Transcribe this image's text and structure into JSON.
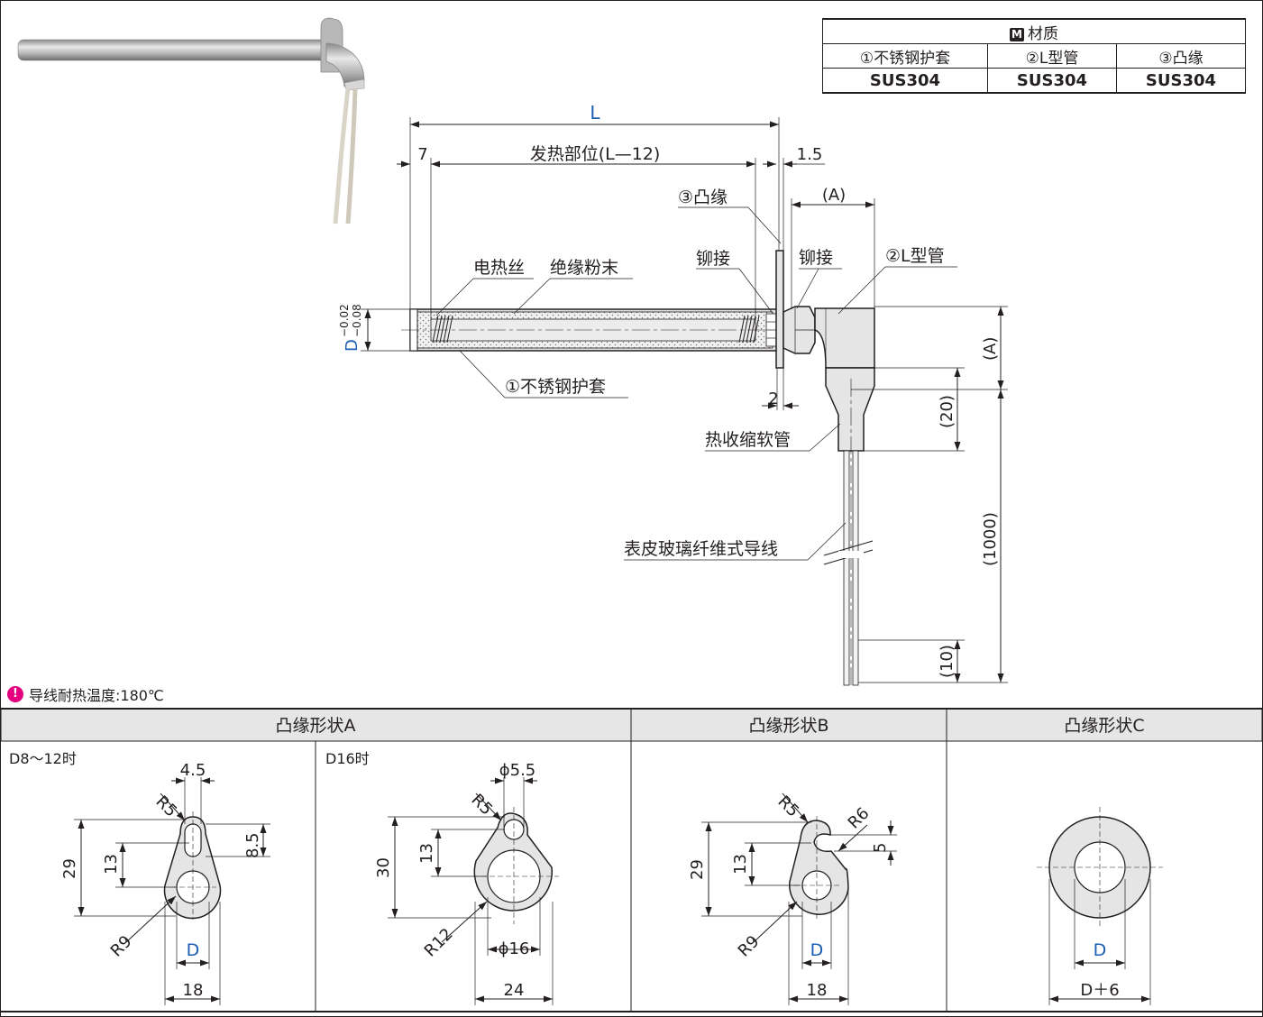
{
  "material_table": {
    "header_badge": "M",
    "header": "材质",
    "columns": [
      "①不锈钢护套",
      "②L型管",
      "③凸缘"
    ],
    "values": [
      "SUS304",
      "SUS304",
      "SUS304"
    ]
  },
  "drawing": {
    "dim_L": "L",
    "dim_7": "7",
    "dim_heating": "发热部位(L—12)",
    "dim_1_5": "1.5",
    "dim_A_top": "(A)",
    "dim_A_side": "(A)",
    "dim_2": "2",
    "dim_20": "(20)",
    "dim_1000": "(1000)",
    "dim_10": "(10)",
    "dim_D": "D",
    "tol_upper": "−0.02",
    "tol_lower": "−0.08",
    "label_flange": "③凸缘",
    "label_rivet_left": "铆接",
    "label_rivet_right": "铆接",
    "label_ltube": "②L型管",
    "label_wire": "电热丝",
    "label_powder": "绝缘粉末",
    "label_sheath": "①不锈钢护套",
    "label_shrink": "热收缩软管",
    "label_lead": "表皮玻璃纤维式导线"
  },
  "note": {
    "icon": "!",
    "text": "导线耐热温度:180℃"
  },
  "flange_table": {
    "headers": [
      "凸缘形状A",
      "凸缘形状B",
      "凸缘形状C"
    ],
    "sub_a1": "D8～12时",
    "sub_a2": "D16时",
    "a1": {
      "w": "4.5",
      "r": "R5",
      "h": "29",
      "m": "13",
      "s": "8.5",
      "rb": "R9",
      "d": "D",
      "b": "18"
    },
    "a2": {
      "w": "ϕ5.5",
      "r": "R5",
      "h": "30",
      "m": "13",
      "rb": "R12",
      "d": "ϕ16",
      "b": "24"
    },
    "b": {
      "r1": "R5",
      "r2": "R6",
      "h": "29",
      "m": "13",
      "s": "5",
      "rb": "R9",
      "d": "D",
      "w": "18"
    },
    "c": {
      "d": "D",
      "w": "D＋6"
    }
  },
  "colors": {
    "accent_blue": "#1a5fb4",
    "note_pink": "#e4007f",
    "part_fill": "#e5e5e5"
  }
}
